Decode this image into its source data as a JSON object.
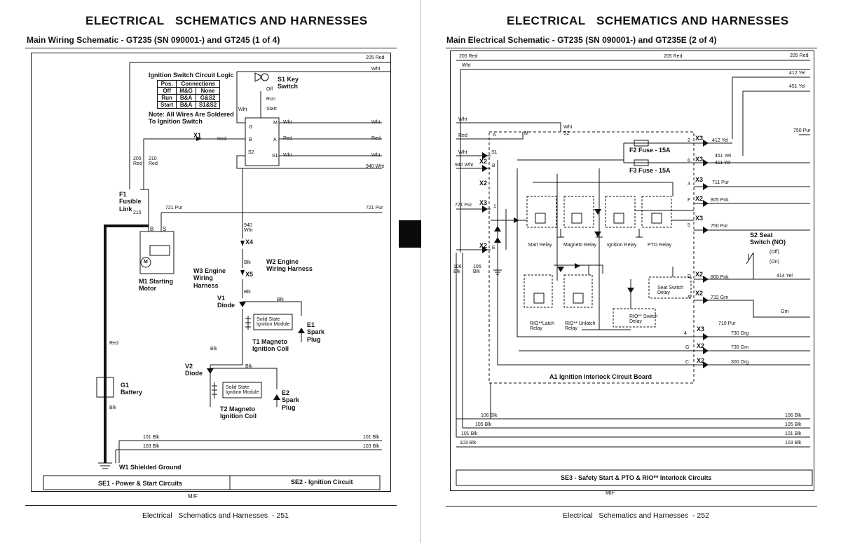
{
  "left": {
    "header": "ELECTRICAL   SCHEMATICS AND HARNESSES",
    "subtitle": "Main Wiring Schematic - GT235 (SN 090001-) and GT245 (1 of 4)",
    "footer": "Electrical   Schematics and Harnesses  - 251",
    "mif": "MIF",
    "logic_title": "Ignition Switch Circuit Logic",
    "logic_headers": [
      "Pos.",
      "Connections"
    ],
    "logic_rows": [
      [
        "Off",
        "M&G",
        "None"
      ],
      [
        "Run",
        "B&A",
        "G&S2"
      ],
      [
        "Start",
        "B&A",
        "S1&S2"
      ]
    ],
    "logic_note": "Note: All Wires Are Soldered\nTo Ignition Switch",
    "s1_label": "S1 Key\nSwitch",
    "switch_positions": [
      "Off",
      "Run",
      "Start"
    ],
    "switch_terminals": [
      "G",
      "B",
      "S2",
      "M",
      "A",
      "S1"
    ],
    "wires": {
      "w205red_top": "205 Red",
      "wht_top": "Wht",
      "wht_left": "Wht",
      "m_wht": "Wht",
      "a_red": "Red",
      "s1_wht": "Wht",
      "x1_red": "Red",
      "wht940": "940 Wht",
      "w205": "205\nRed",
      "w210": "210\nRed",
      "w215": "215",
      "pur721a": "721 Pur",
      "pur721b": "721 Pur",
      "w940": "940\nWht",
      "blk_x4": "Blk",
      "blk_v1": "Blk",
      "blk_t1": "Blk",
      "blk_v2": "Blk",
      "blk_t2": "Blk",
      "red_batt": "Red",
      "blk_batt": "Blk",
      "blk101a": "101 Blk",
      "blk101b": "101 Blk",
      "blk103a": "103 Blk",
      "blk103b": "103 Blk"
    },
    "x1": "X1",
    "x4": "X4",
    "x5": "X5",
    "f1": "F1\nFusible\nLink",
    "b_term": "B",
    "s_term": "S",
    "m1": "M1 Starting\nMotor",
    "m_symbol": "M",
    "w2": "W2 Engine\nWiring Harness",
    "w3": "W3 Engine\nWiring\nHarness",
    "v1": "V1\nDiode",
    "v2": "V2\nDiode",
    "ssim": "Solid State\nIgnition Module",
    "e1": "E1\nSpark\nPlug",
    "e2": "E2\nSpark\nPlug",
    "t1": "T1 Magneto\nIgnition Coil",
    "t2": "T2 Magneto\nIgnition Coil",
    "g1": "G1\nBattery",
    "w1": "W1 Shielded Ground",
    "se1": "SE1 - Power & Start Circuits",
    "se2": "SE2 - Ignition Circuit"
  },
  "right": {
    "header": "ELECTRICAL   SCHEMATICS AND HARNESSES",
    "subtitle": "Main Electrical Schematic - GT235 (SN 090001-) and GT235E (2 of 4)",
    "footer": "Electrical   Schematics and Harnesses  - 252",
    "mif": "MIF",
    "wires": {
      "red205a": "205 Red",
      "red205b": "205 Red",
      "red205c": "205 Red",
      "wht_top": "Wht",
      "yel412a": "412 Yel",
      "yel451a": "451 Yel",
      "pur750a": "750 Pur",
      "wht_l1": "Wht",
      "wht_l2": "Wht",
      "red_l": "Red",
      "wht_l3": "Wht",
      "wht940": "940 Wht",
      "pur721": "721 Pur",
      "yel412b": "412 Yel",
      "yel451b": "451 Yel",
      "yel411": "411 Yel",
      "pur711": "711 Pur",
      "pnk805": "805 Pnk",
      "pur750b": "750 Pur",
      "pnk800": "800 Pnk",
      "grn732": "732 Grn",
      "pur710": "710 Pur",
      "org730": "730 Org",
      "grn735": "735 Grn",
      "org300": "300 Org",
      "yel414": "414 Yel",
      "grn_r": "Grn",
      "blk106l": "106\nBlk",
      "blk105l": "106\nBlk",
      "blk106a": "106 Blk",
      "blk106b": "106 Blk",
      "blk105a": "105 Blk",
      "blk105b": "105 Blk",
      "blk101a": "101 Blk",
      "blk101b": "101 Blk",
      "blk103a": "103 Blk",
      "blk103b": "103 Blk"
    },
    "board_pins_left": [
      "A",
      "M",
      "S2",
      "S1",
      "B",
      "1",
      "E"
    ],
    "board_pins_right": [
      "2",
      "6",
      "3",
      "F",
      "5",
      "D",
      "A",
      "4",
      "G",
      "C"
    ],
    "connectors_left": [
      "X2",
      "X2",
      "X3",
      "X2"
    ],
    "connectors_right": [
      "X3",
      "X3",
      "X3",
      "X2",
      "X3",
      "X2",
      "X2",
      "X3",
      "X2",
      "X2"
    ],
    "f2": "F2 Fuse - 15A",
    "f3": "F3 Fuse - 15A",
    "relays": [
      "Start Relay",
      "Magneto Relay",
      "Ignition Relay",
      "PTO Relay"
    ],
    "rio_latch": "RIO**Latch\nRelay",
    "rio_unlatch": "RIO** Unlatch\nRelay",
    "seat_delay": "Seat Switch\nDelay",
    "rio_switch": "RIO** Switch\nDelay",
    "s2": "S2 Seat\nSwitch (NO)",
    "s2_off": "(Off)",
    "s2_on": "(On)",
    "a1": "A1 Ignition Interlock Circuit Board",
    "se3": "SE3 - Safety Start & PTO & RIO** Interlock Circuits"
  }
}
